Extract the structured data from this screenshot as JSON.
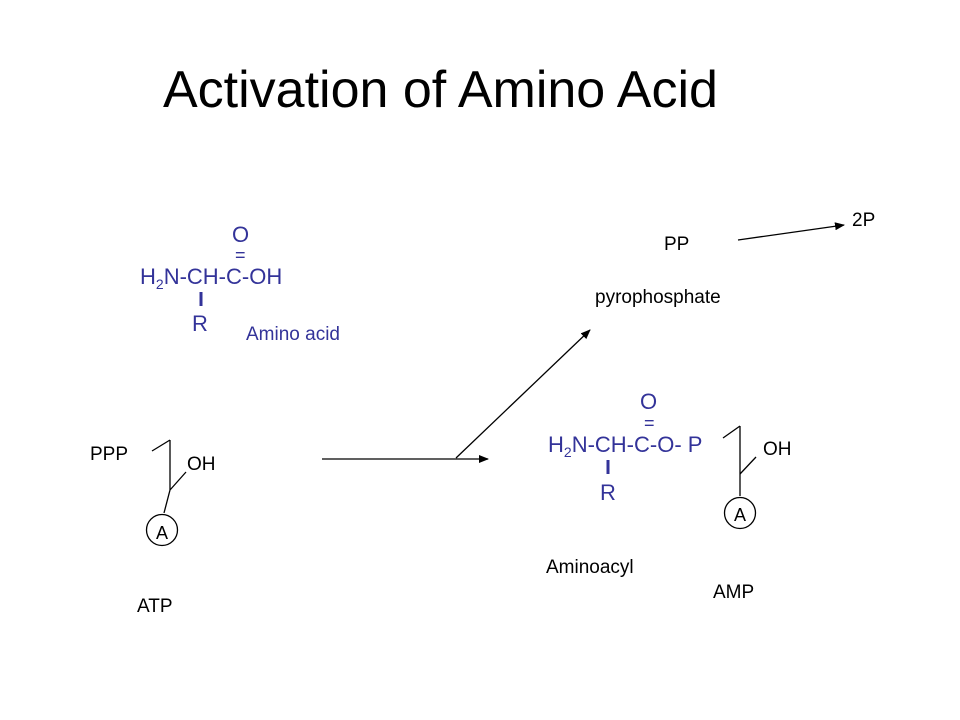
{
  "title": "Activation of Amino Acid",
  "amino_acid": {
    "carbonyl_o": "O",
    "double_bond": "=",
    "formula_pre": "H",
    "formula_sub": "2",
    "formula_post": "N-CH-C-OH",
    "r_group": "R",
    "label": "Amino acid"
  },
  "atp": {
    "ppp": "PPP",
    "oh": "OH",
    "a": "A",
    "label": "ATP"
  },
  "pyrophosphate": {
    "pp": "PP",
    "label": "pyrophosphate",
    "product": "2P"
  },
  "aminoacyl": {
    "carbonyl_o": "O",
    "double_bond": "=",
    "formula_pre": "H",
    "formula_sub": "2",
    "formula_post": "N-CH-C-O- P",
    "r_group": "R",
    "label": "Aminoacyl"
  },
  "amp": {
    "oh": "OH",
    "a": "A",
    "label": "AMP"
  },
  "colors": {
    "molecule": "#333399",
    "text": "#000000"
  }
}
